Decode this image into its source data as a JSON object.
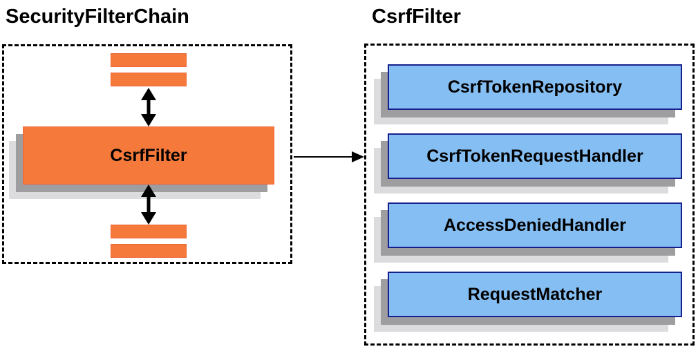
{
  "diagram": {
    "left": {
      "title": "SecurityFilterChain",
      "filter_label": "CsrfFilter"
    },
    "right": {
      "title": "CsrfFilter",
      "components": [
        "CsrfTokenRepository",
        "CsrfTokenRequestHandler",
        "AccessDeniedHandler",
        "RequestMatcher"
      ]
    },
    "colors": {
      "orange_fill": "#F4793B",
      "orange_border": "#EE6434",
      "blue_fill": "#85BEF2",
      "blue_border": "#18208F",
      "shadow_dark": "#9E9EA0",
      "shadow_light": "#DCDCDE",
      "line_color": "#000000"
    }
  }
}
